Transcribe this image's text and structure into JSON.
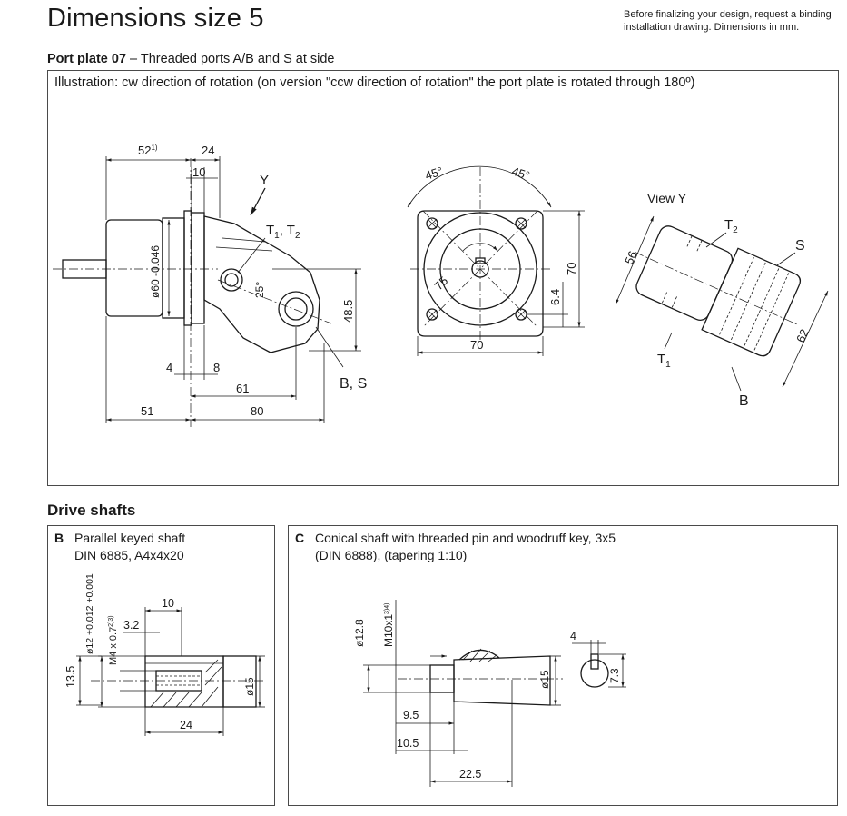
{
  "header": {
    "title": "Dimensions size 5",
    "note_line1": "Before finalizing your design, request a binding",
    "note_line2": "installation drawing. Dimensions in mm."
  },
  "port_plate": {
    "label_bold": "Port plate 07",
    "label_rest": " – Threaded ports A/B and S at side",
    "illustration_caption": "Illustration: cw direction of rotation (on version \"ccw direction of rotation\" the port plate is rotated through 180º)"
  },
  "side_view": {
    "dims": {
      "d52": "52",
      "d52_sup": "1)",
      "d24": "24",
      "d10": "10",
      "y_label": "Y",
      "t1t2": "T",
      "t_sub1": "1",
      "t_sep": ", T",
      "t_sub2": "2",
      "d60": "ø60 -0.046",
      "d25": "25°",
      "d48_5": "48.5",
      "d4": "4",
      "d8": "8",
      "d61": "61",
      "bs": "B, S",
      "d51": "51",
      "d80": "80"
    }
  },
  "front_view": {
    "dims": {
      "a45_left": "45°",
      "a45_right": "45°",
      "d75": "75",
      "d70_v": "70",
      "d6_4": "6.4",
      "d70_h": "70"
    }
  },
  "view_y": {
    "dims": {
      "title": "View Y",
      "t2": "T",
      "t2_sub": "2",
      "s": "S",
      "d56": "56",
      "d62": "62",
      "t1": "T",
      "t1_sub": "1",
      "b": "B"
    }
  },
  "drive_shafts": {
    "heading": "Drive shafts",
    "b": {
      "letter": "B",
      "line1": "Parallel keyed shaft",
      "line2": "DIN 6885, A4x4x20",
      "dims": {
        "d12": "ø12 +0.012 +0.001",
        "m4": "M4 x 0.7",
        "m4_sup": "2)3)",
        "d10": "10",
        "d3_2": "3.2",
        "d13_5": "13.5",
        "d15": "ø15",
        "d24": "24"
      }
    },
    "c": {
      "letter": "C",
      "line1": "Conical shaft with threaded pin and woodruff key, 3x5",
      "line2": "(DIN 6888), (tapering 1:10)",
      "dims": {
        "d12_8": "ø12.8",
        "m10": "M10x1",
        "m10_sup": "3)4)",
        "d4": "4",
        "d15": "ø15",
        "d7_3": "7.3",
        "d9_5": "9.5",
        "d10_5": "10.5",
        "d22_5": "22.5"
      }
    }
  }
}
